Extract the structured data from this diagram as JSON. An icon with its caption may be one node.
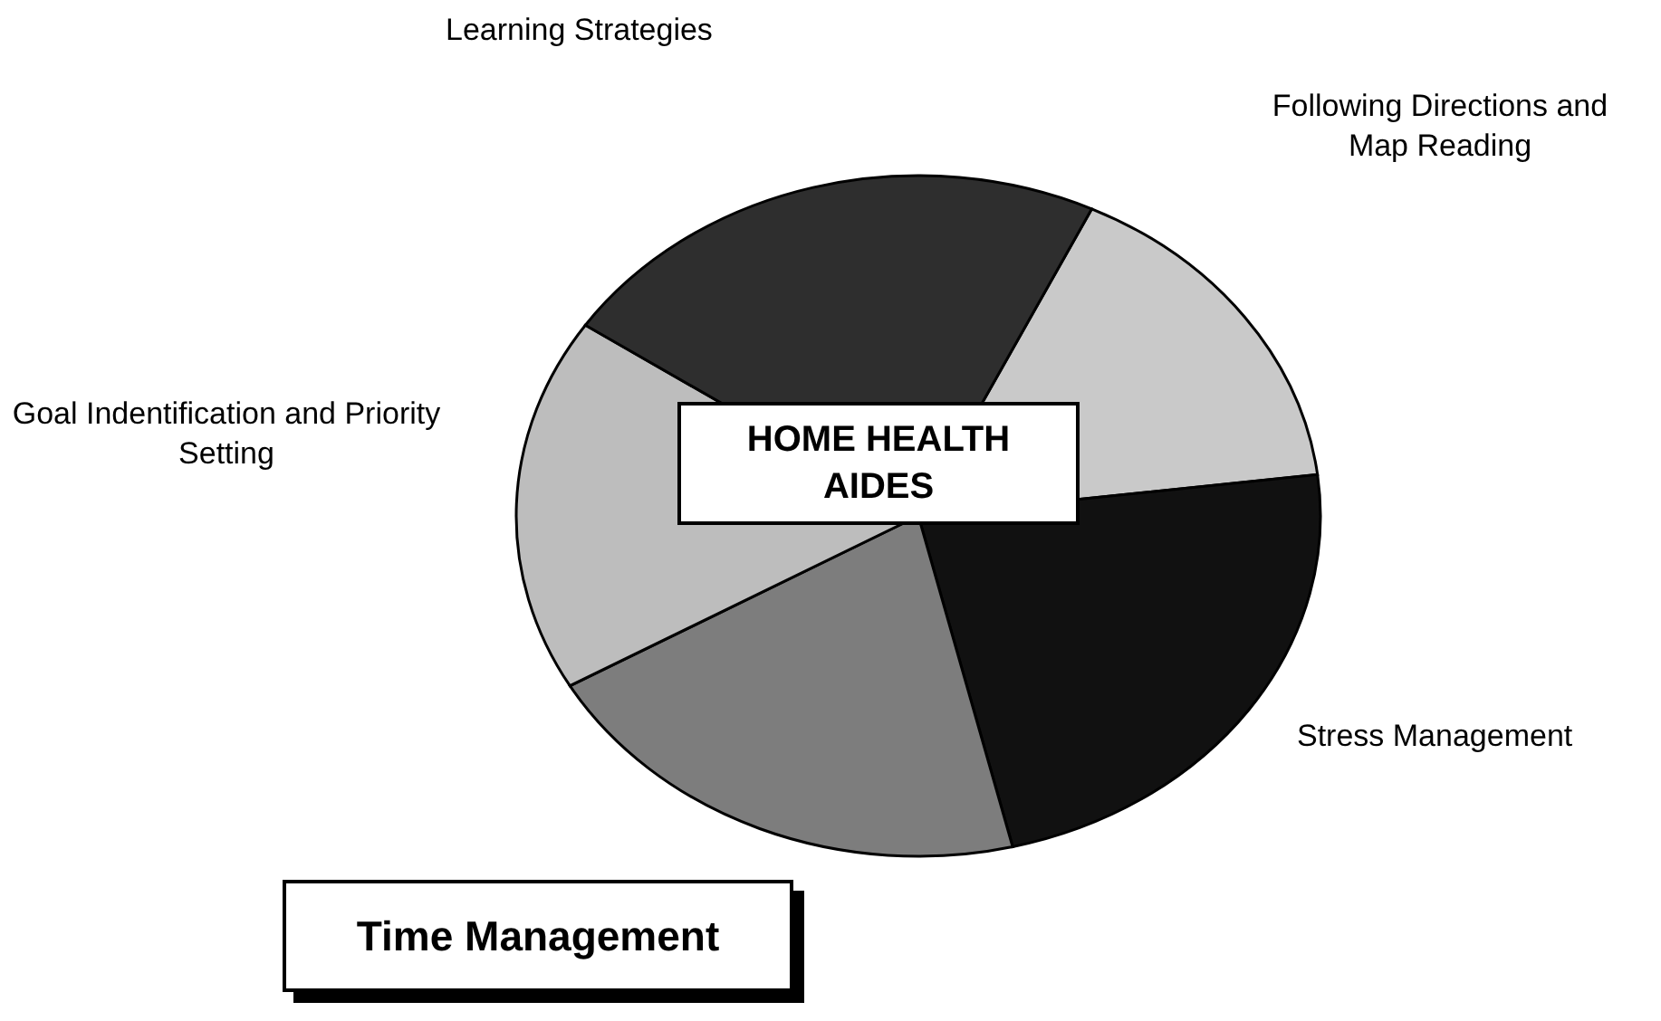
{
  "diagram": {
    "nodes": [
      {
        "text": [
          "HOME HEALTH AIDES"
        ]
      },
      {
        "text": [
          "Time Management"
        ]
      }
    ],
    "labels": [
      "Learning Strategies",
      "Following Directions and Map Reading",
      "Goal Indentification and Priority Setting",
      "Stress Management"
    ]
  }
}
